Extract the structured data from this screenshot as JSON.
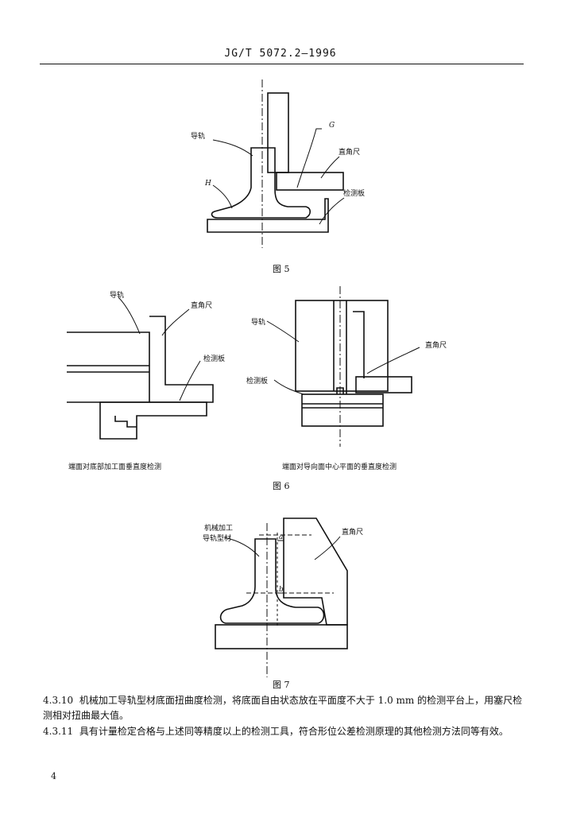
{
  "header": "JG/T 5072.2—1996",
  "figure5": {
    "caption": "图 5",
    "labels": {
      "rail": "导轨",
      "g": "G",
      "square": "直角尺",
      "h": "H",
      "plate": "检测板"
    }
  },
  "figure6": {
    "caption": "图 6",
    "left": {
      "rail": "导轨",
      "square": "直角尺",
      "plate": "检测板",
      "caption": "端面对底部加工面垂直度检测"
    },
    "right": {
      "rail": "导轨",
      "square": "直角尺",
      "plate": "检测板",
      "caption": "端面对导向面中心平面的垂直度检测"
    }
  },
  "figure7": {
    "caption": "图 7",
    "labels": {
      "material_line1": "机械加工",
      "material_line2": "导轨型材",
      "square": "直角尺",
      "a": "a",
      "b": "b"
    }
  },
  "paragraphs": [
    {
      "num": "4.3.10",
      "title": "机械加工导轨型材底面扭曲度检测",
      "text": "，将底面自由状态放在平面度不大于 1.0 mm 的检测平台上，用塞尺检测相对扭曲最大值。"
    },
    {
      "num": "4.3.11",
      "title": "",
      "text": "具有计量检定合格与上述同等精度以上的检测工具，符合形位公差检测原理的其他检测方法同等有效。"
    }
  ],
  "page_number": "4"
}
